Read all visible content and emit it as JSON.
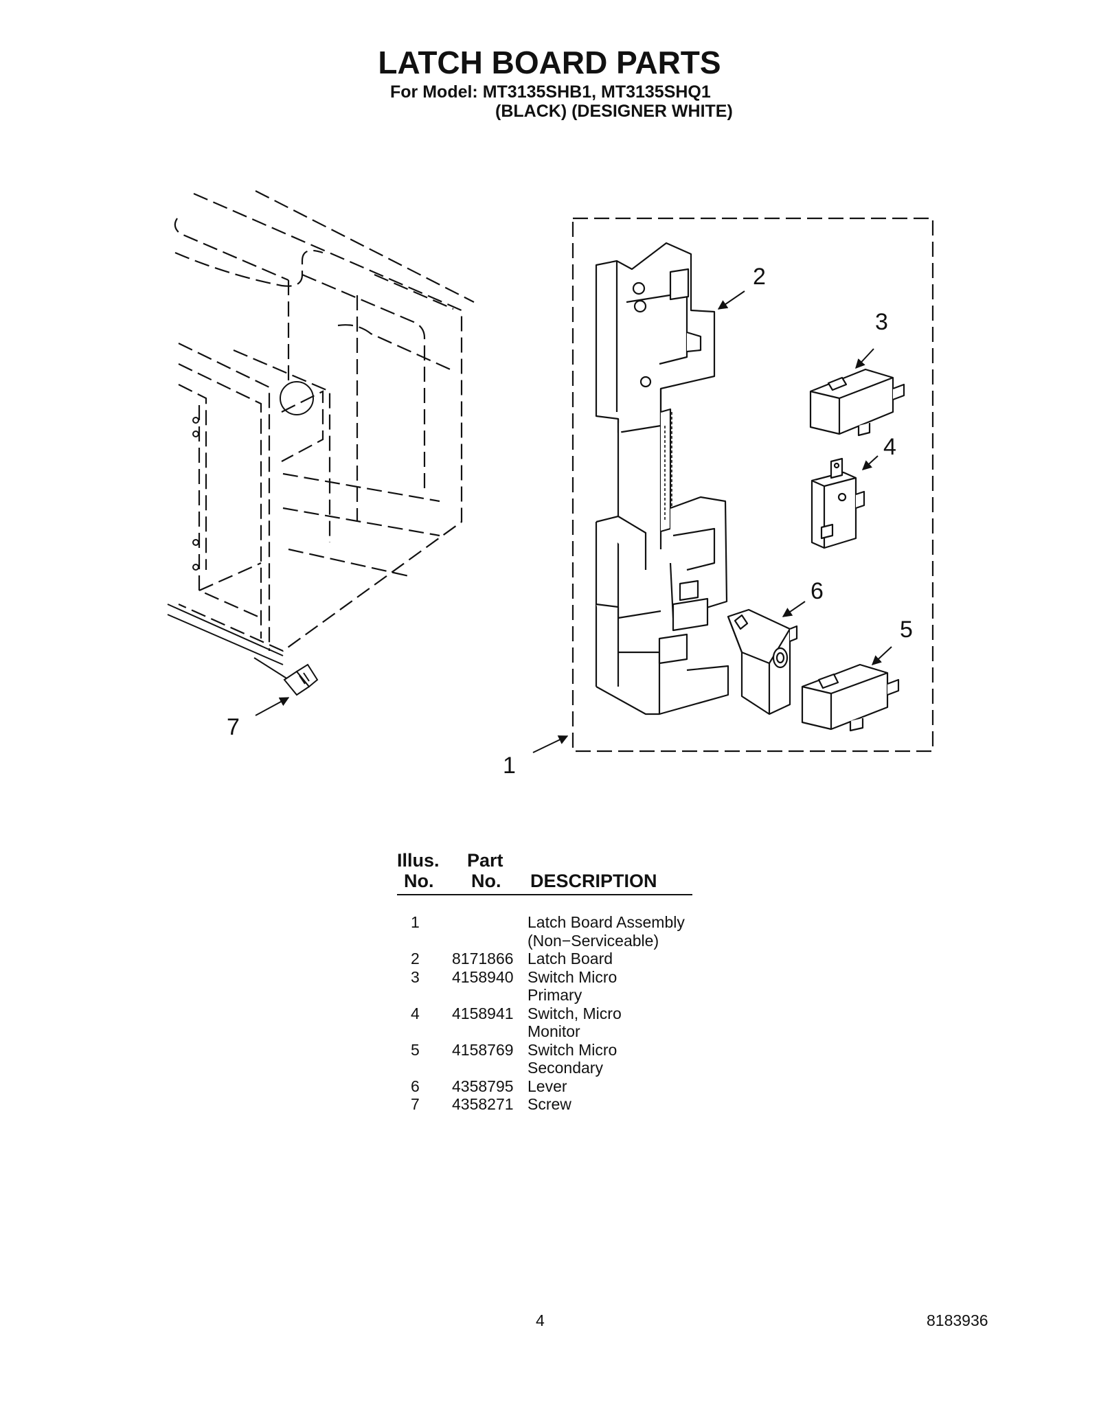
{
  "header": {
    "title": "LATCH BOARD PARTS",
    "model_line": "For Model: MT3135SHB1, MT3135SHQ1",
    "variant_line": "(BLACK)  (DESIGNER WHITE)"
  },
  "diagram": {
    "callouts": [
      "1",
      "2",
      "3",
      "4",
      "5",
      "6",
      "7"
    ]
  },
  "parts_table": {
    "headers": {
      "illus_top": "Illus.",
      "illus_bottom": "No.",
      "part_top": "Part",
      "part_bottom": "No.",
      "description": "DESCRIPTION"
    },
    "rows": [
      {
        "illus": "1",
        "part": "",
        "desc": [
          "Latch Board Assembly",
          "(Non−Serviceable)"
        ]
      },
      {
        "illus": "2",
        "part": "8171866",
        "desc": [
          "Latch Board"
        ]
      },
      {
        "illus": "3",
        "part": "4158940",
        "desc": [
          "Switch Micro",
          "Primary"
        ]
      },
      {
        "illus": "4",
        "part": "4158941",
        "desc": [
          "Switch, Micro",
          "Monitor"
        ]
      },
      {
        "illus": "5",
        "part": "4158769",
        "desc": [
          "Switch Micro",
          "Secondary"
        ]
      },
      {
        "illus": "6",
        "part": "4358795",
        "desc": [
          "Lever"
        ]
      },
      {
        "illus": "7",
        "part": "4358271",
        "desc": [
          "Screw"
        ]
      }
    ]
  },
  "footer": {
    "page_number": "4",
    "document_number": "8183936"
  }
}
